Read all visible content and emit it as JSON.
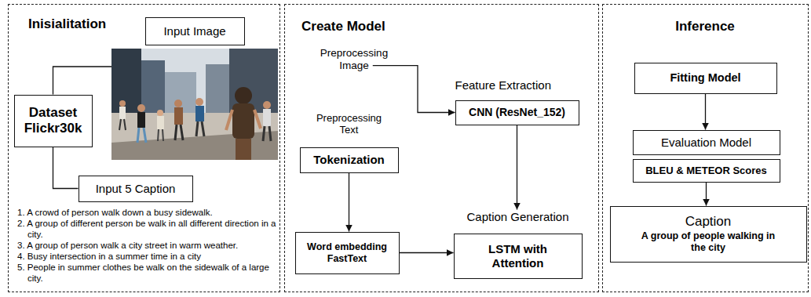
{
  "diagram": {
    "nodes": [
      {
        "text": [
          "Inisialitation"
        ]
      },
      {
        "text": [
          "Input Image"
        ],
        "in": 0
      },
      {
        "text": [
          "Dataset Flickr30k"
        ],
        "in": 0
      },
      {
        "text": [
          "Input 5 Caption"
        ],
        "in": 0
      },
      {
        "text": [
          "Create Model"
        ]
      },
      {
        "text": [
          "Preprocessing Text",
          "Tokenization"
        ],
        "in": 4
      },
      {
        "text": [
          "Feature Extraction",
          "CNN (ResNet_152)"
        ],
        "in": 4
      },
      {
        "text": [
          "Word embedding FastText"
        ],
        "in": 4
      },
      {
        "text": [
          "Caption Generation",
          "LSTM with Attention"
        ],
        "in": 4
      },
      {
        "text": [
          "Inference"
        ]
      },
      {
        "text": [
          "Fitting Model"
        ],
        "in": 9
      },
      {
        "text": [
          "Evaluation Model"
        ],
        "in": 9
      },
      {
        "text": [
          "BLEU & METEOR Scores"
        ],
        "in": 9
      },
      {
        "text": [
          "Caption",
          "A group of people walking in the city"
        ],
        "in": 9
      }
    ],
    "edges": [
      {
        "from": 2,
        "to": 3,
        "arrow": "none"
      },
      {
        "from": 5,
        "to": 7,
        "arrow": "to"
      },
      {
        "from": 7,
        "to": 8,
        "arrow": "to"
      },
      {
        "from": 6,
        "to": 8,
        "arrow": "to"
      },
      {
        "from": 10,
        "to": 11,
        "arrow": "to"
      },
      {
        "from": 12,
        "to": 13,
        "arrow": "to"
      }
    ],
    "labels": [
      "Preprocessing Image",
      "1. A crowd of person walk down a busy sidewalk.",
      "2. A group of different person be walk in all different direction in a city.",
      "3. A group of person walk a city street in warm weather.",
      "4. Busy intersection in a summer time in a city",
      "5. People in summer clothes be walk on the sidewalk of a large city."
    ]
  }
}
